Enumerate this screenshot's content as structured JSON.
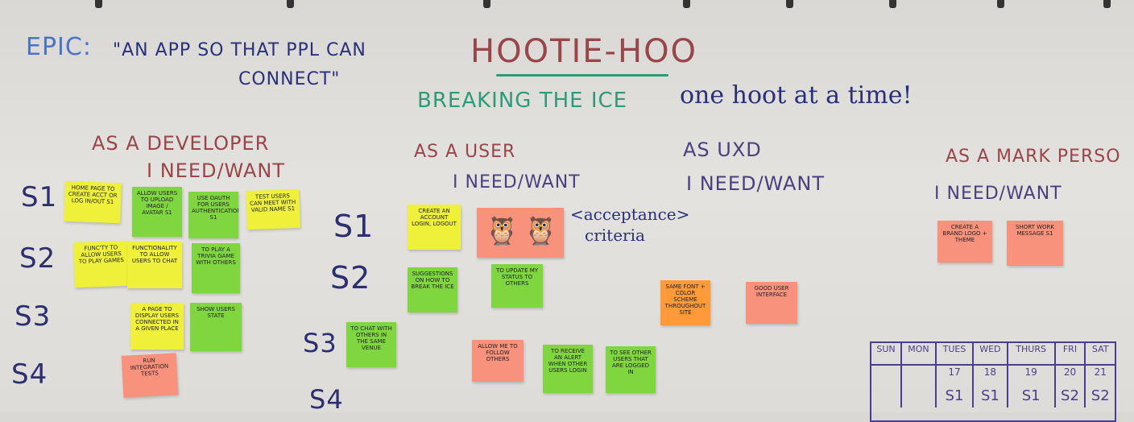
{
  "epic": {
    "label": "EPIC:",
    "line1": "\"AN APP SO THAT PPL CAN",
    "line2": "CONNECT\""
  },
  "title": "HOOTIE-HOO",
  "tagline": {
    "part1": "BREAKING THE ICE",
    "part2": "one hoot at a time!"
  },
  "personas": [
    {
      "line1": "AS A DEVELOPER",
      "line2": "I NEED/WANT"
    },
    {
      "line1": "AS A USER",
      "line2": "I NEED/WANT"
    },
    {
      "line1": "AS UXD",
      "line2": "I NEED/WANT"
    },
    {
      "line1": "AS A MARK PERSO",
      "line2": "I NEED/WANT"
    }
  ],
  "rows_left": [
    "S1",
    "S2",
    "S3",
    "S4"
  ],
  "rows_mid": [
    "S1",
    "S2",
    "S3",
    "S4"
  ],
  "annotation": {
    "line1": "<acceptance>",
    "line2": "criteria"
  },
  "notes": {
    "dev_s1_a": "HOME PAGE TO CREATE ACCT OR LOG IN/OUT S1",
    "dev_s1_b": "ALLOW USERS TO UPLOAD IMAGE / AVATAR S1",
    "dev_s1_c": "USE OAUTH FOR USERS AUTHENTICATION S1",
    "dev_s1_d": "TEST USERS CAN MEET WITH VALID NAME S1",
    "dev_s2_a": "FUNC'TY TO ALLOW USERS TO PLAY GAMES",
    "dev_s2_b": "FUNCTIONALITY TO ALLOW USERS TO CHAT",
    "dev_s2_c": "TO PLAY A TRIVIA GAME WITH OTHERS",
    "dev_s3_a": "A PAGE TO DISPLAY USERS CONNECTED IN A GIVEN PLACE",
    "dev_s3_b": "SHOW USERS STATE",
    "dev_s4_a": "RUN INTEGRATION TESTS",
    "user_s1_a": "CREATE AN ACCOUNT LOGIN, LOGOUT",
    "user_s2_a": "SUGGESTIONS ON HOW TO BREAK THE ICE",
    "user_s2_b": "TO UPDATE MY STATUS TO OTHERS",
    "user_s3_a": "TO CHAT WITH OTHERS IN THE SAME VENUE",
    "user_s3_b": "ALLOW ME TO FOLLOW OTHERS",
    "user_s3_c": "TO RECEIVE AN ALERT WHEN OTHER USERS LOGIN",
    "user_s3_d": "TO SEE OTHER USERS THAT ARE LOGGED IN",
    "uxd_a": "SAME FONT + COLOR SCHEME THROUGHOUT SITE",
    "uxd_b": "GOOD USER INTERFACE",
    "mark_a": "CREATE A BRAND LOGO + THEME",
    "mark_b": "SHORT WORK MESSAGE S1"
  },
  "calendar": {
    "days": [
      "SUN",
      "MON",
      "TUES",
      "WED",
      "THURS",
      "FRI",
      "SAT"
    ],
    "dates": [
      "",
      "",
      "17",
      "18",
      "19",
      "20",
      "21"
    ],
    "sprints": [
      "",
      "",
      "S1",
      "S1",
      "S1",
      "S2",
      "S2"
    ]
  },
  "colors": {
    "yellow": "#eef03a",
    "green": "#7fd63f",
    "salmon": "#f9927c",
    "orange": "#ff9a3a"
  }
}
